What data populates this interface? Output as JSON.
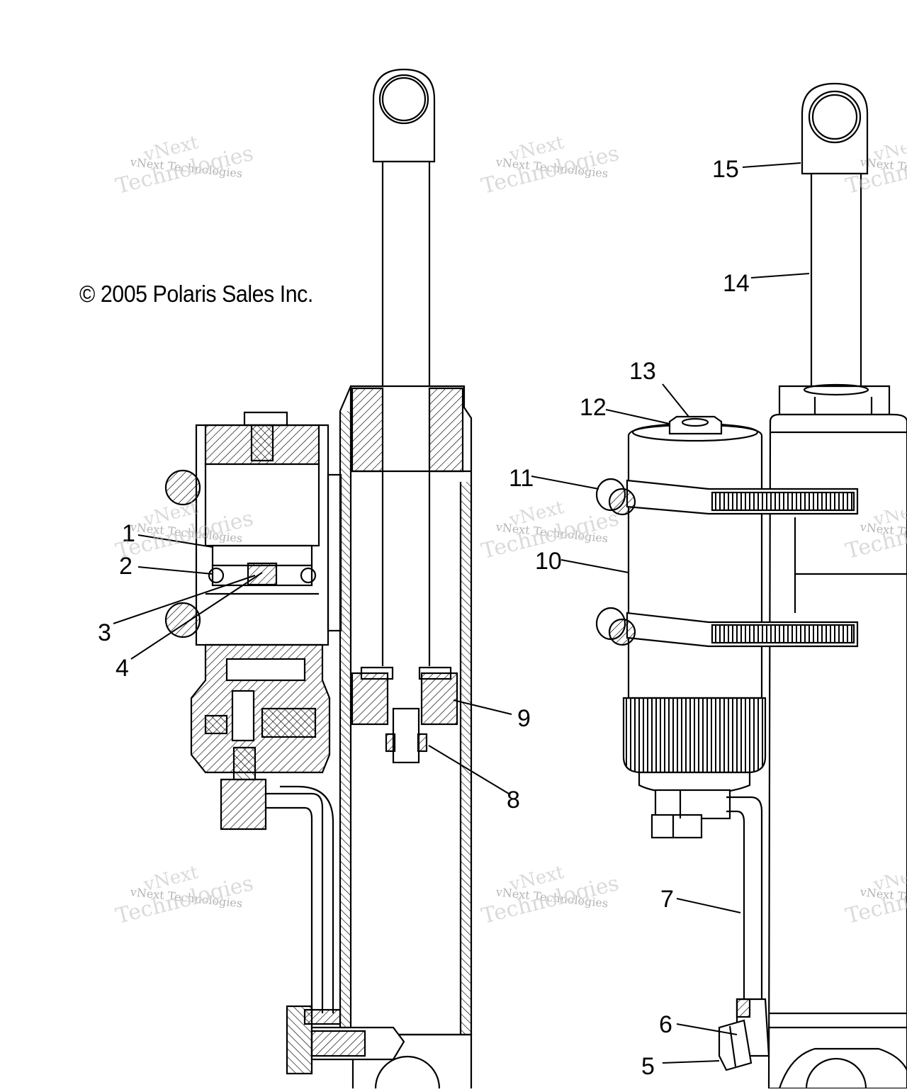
{
  "copyright": "© 2005 Polaris Sales Inc.",
  "watermark": {
    "line1": "vNext",
    "line2": "vNext Technologies",
    "line3": "Technologies"
  },
  "callouts": [
    "1",
    "2",
    "3",
    "4",
    "5",
    "6",
    "7",
    "8",
    "9",
    "10",
    "11",
    "12",
    "13",
    "14",
    "15"
  ]
}
